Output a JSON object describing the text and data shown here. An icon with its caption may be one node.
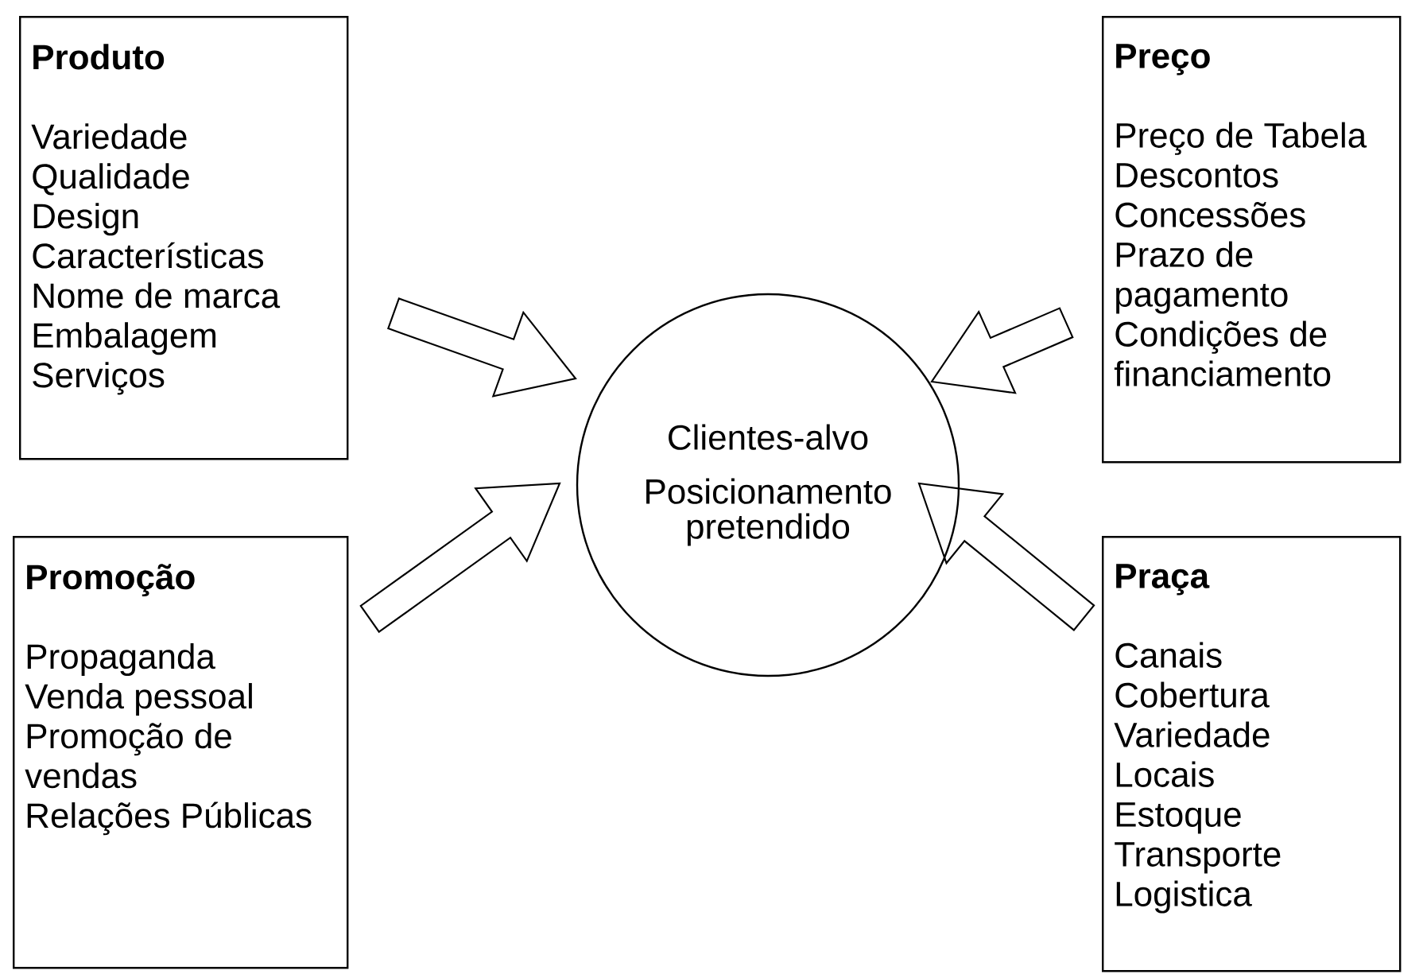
{
  "diagram": {
    "nodes": [
      {
        "text": [
          "Produto",
          "Variedade",
          "Qualidade",
          "Design",
          "Características",
          "Nome de marca",
          "Embalagem",
          "Serviços"
        ]
      },
      {
        "text": [
          "Preço",
          "Preço de Tabela",
          "Descontos",
          "Concessões",
          "Prazo de pagamento",
          "Condições de financiamento"
        ]
      },
      {
        "text": [
          "Clientes-alvo",
          "Posicionamento pretendido"
        ]
      },
      {
        "text": [
          "Promoção",
          "Propaganda",
          "Venda pessoal",
          "Promoção de vendas",
          "Relações Públicas"
        ]
      },
      {
        "text": [
          "Praça",
          "Canais",
          "Cobertura",
          "Variedade",
          "Locais",
          "Estoque",
          "Transporte",
          "Logistica"
        ]
      }
    ],
    "edges": [
      {
        "from": 0,
        "to": 2,
        "arrow": "to"
      },
      {
        "from": 1,
        "to": 2,
        "arrow": "to"
      },
      {
        "from": 3,
        "to": 2,
        "arrow": "to"
      },
      {
        "from": 4,
        "to": 2,
        "arrow": "to"
      }
    ]
  }
}
